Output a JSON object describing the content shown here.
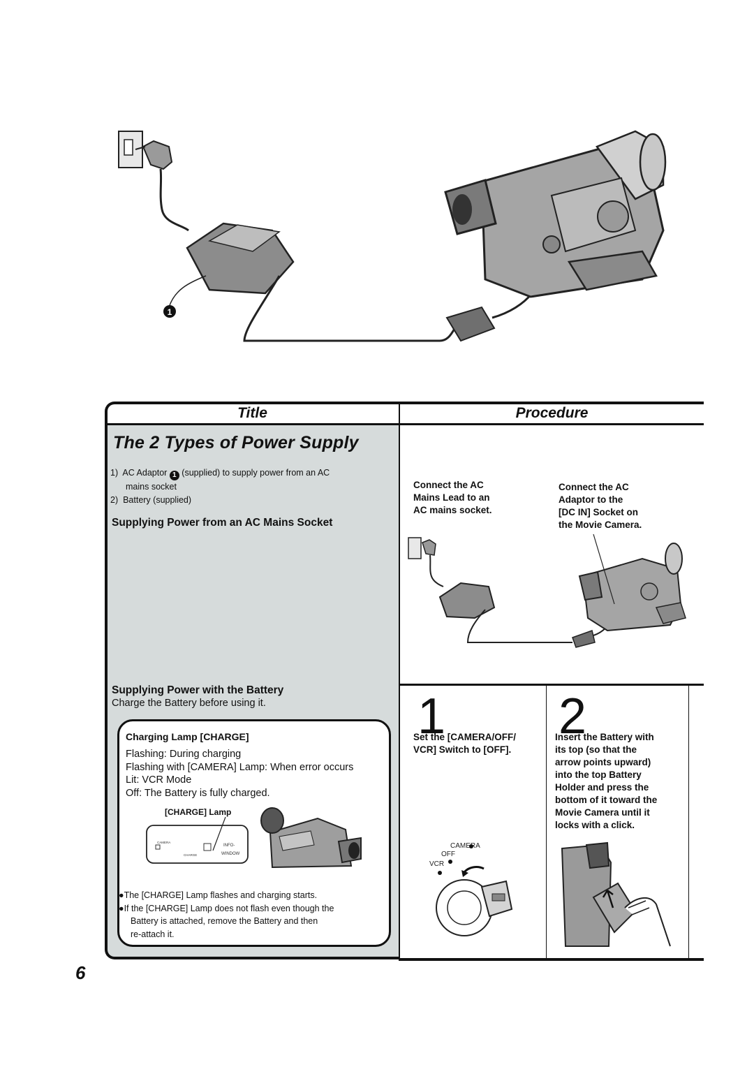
{
  "header": {
    "title_col": "Title",
    "procedure_col": "Procedure"
  },
  "section": {
    "title": "The 2 Types of Power Supply",
    "items": [
      {
        "num": "1)",
        "pre": "AC Adaptor",
        "marker": "1",
        "post": "(supplied) to supply power from an AC",
        "cont": "mains socket"
      },
      {
        "num": "2)",
        "pre": "Battery (supplied)"
      }
    ],
    "ac_heading": "Supplying Power from an AC Mains Socket",
    "battery_heading": "Supplying Power with the Battery",
    "battery_sub": "Charge the Battery before using it."
  },
  "figure_top": {
    "marker": "1"
  },
  "ac_procedure": {
    "step_a": [
      "Connect the AC",
      "Mains Lead to an",
      "AC mains socket."
    ],
    "step_b": [
      "Connect the AC",
      "Adaptor to the",
      "[DC IN] Socket on",
      "the Movie Camera."
    ]
  },
  "charge_box": {
    "heading": "Charging Lamp [CHARGE]",
    "lines": [
      "Flashing:  During charging",
      "Flashing with [CAMERA] Lamp: When error occurs",
      "Lit:  VCR Mode",
      "Off:  The Battery is fully charged."
    ],
    "figure_label": "[CHARGE] Lamp",
    "panel_labels": [
      "CAMERA",
      "CHARGE",
      "INFO-",
      "WINDOW"
    ],
    "bullets": [
      "The [CHARGE] Lamp flashes and charging starts.",
      "If the [CHARGE] Lamp does not flash even though the",
      "Battery is attached, remove the Battery and then",
      "re-attach it."
    ]
  },
  "steps": [
    {
      "number": "1",
      "lines": [
        "Set the [CAMERA/OFF/",
        "VCR] Switch to [OFF]."
      ],
      "switch_labels": [
        "CAMERA",
        "OFF",
        "VCR"
      ]
    },
    {
      "number": "2",
      "lines": [
        "Insert the Battery with",
        "its top (so that the",
        "arrow points upward)",
        "into the top Battery",
        "Holder and press the",
        "bottom of it toward the",
        "Movie Camera until it",
        "locks with a click."
      ]
    }
  ],
  "page_number": "6"
}
